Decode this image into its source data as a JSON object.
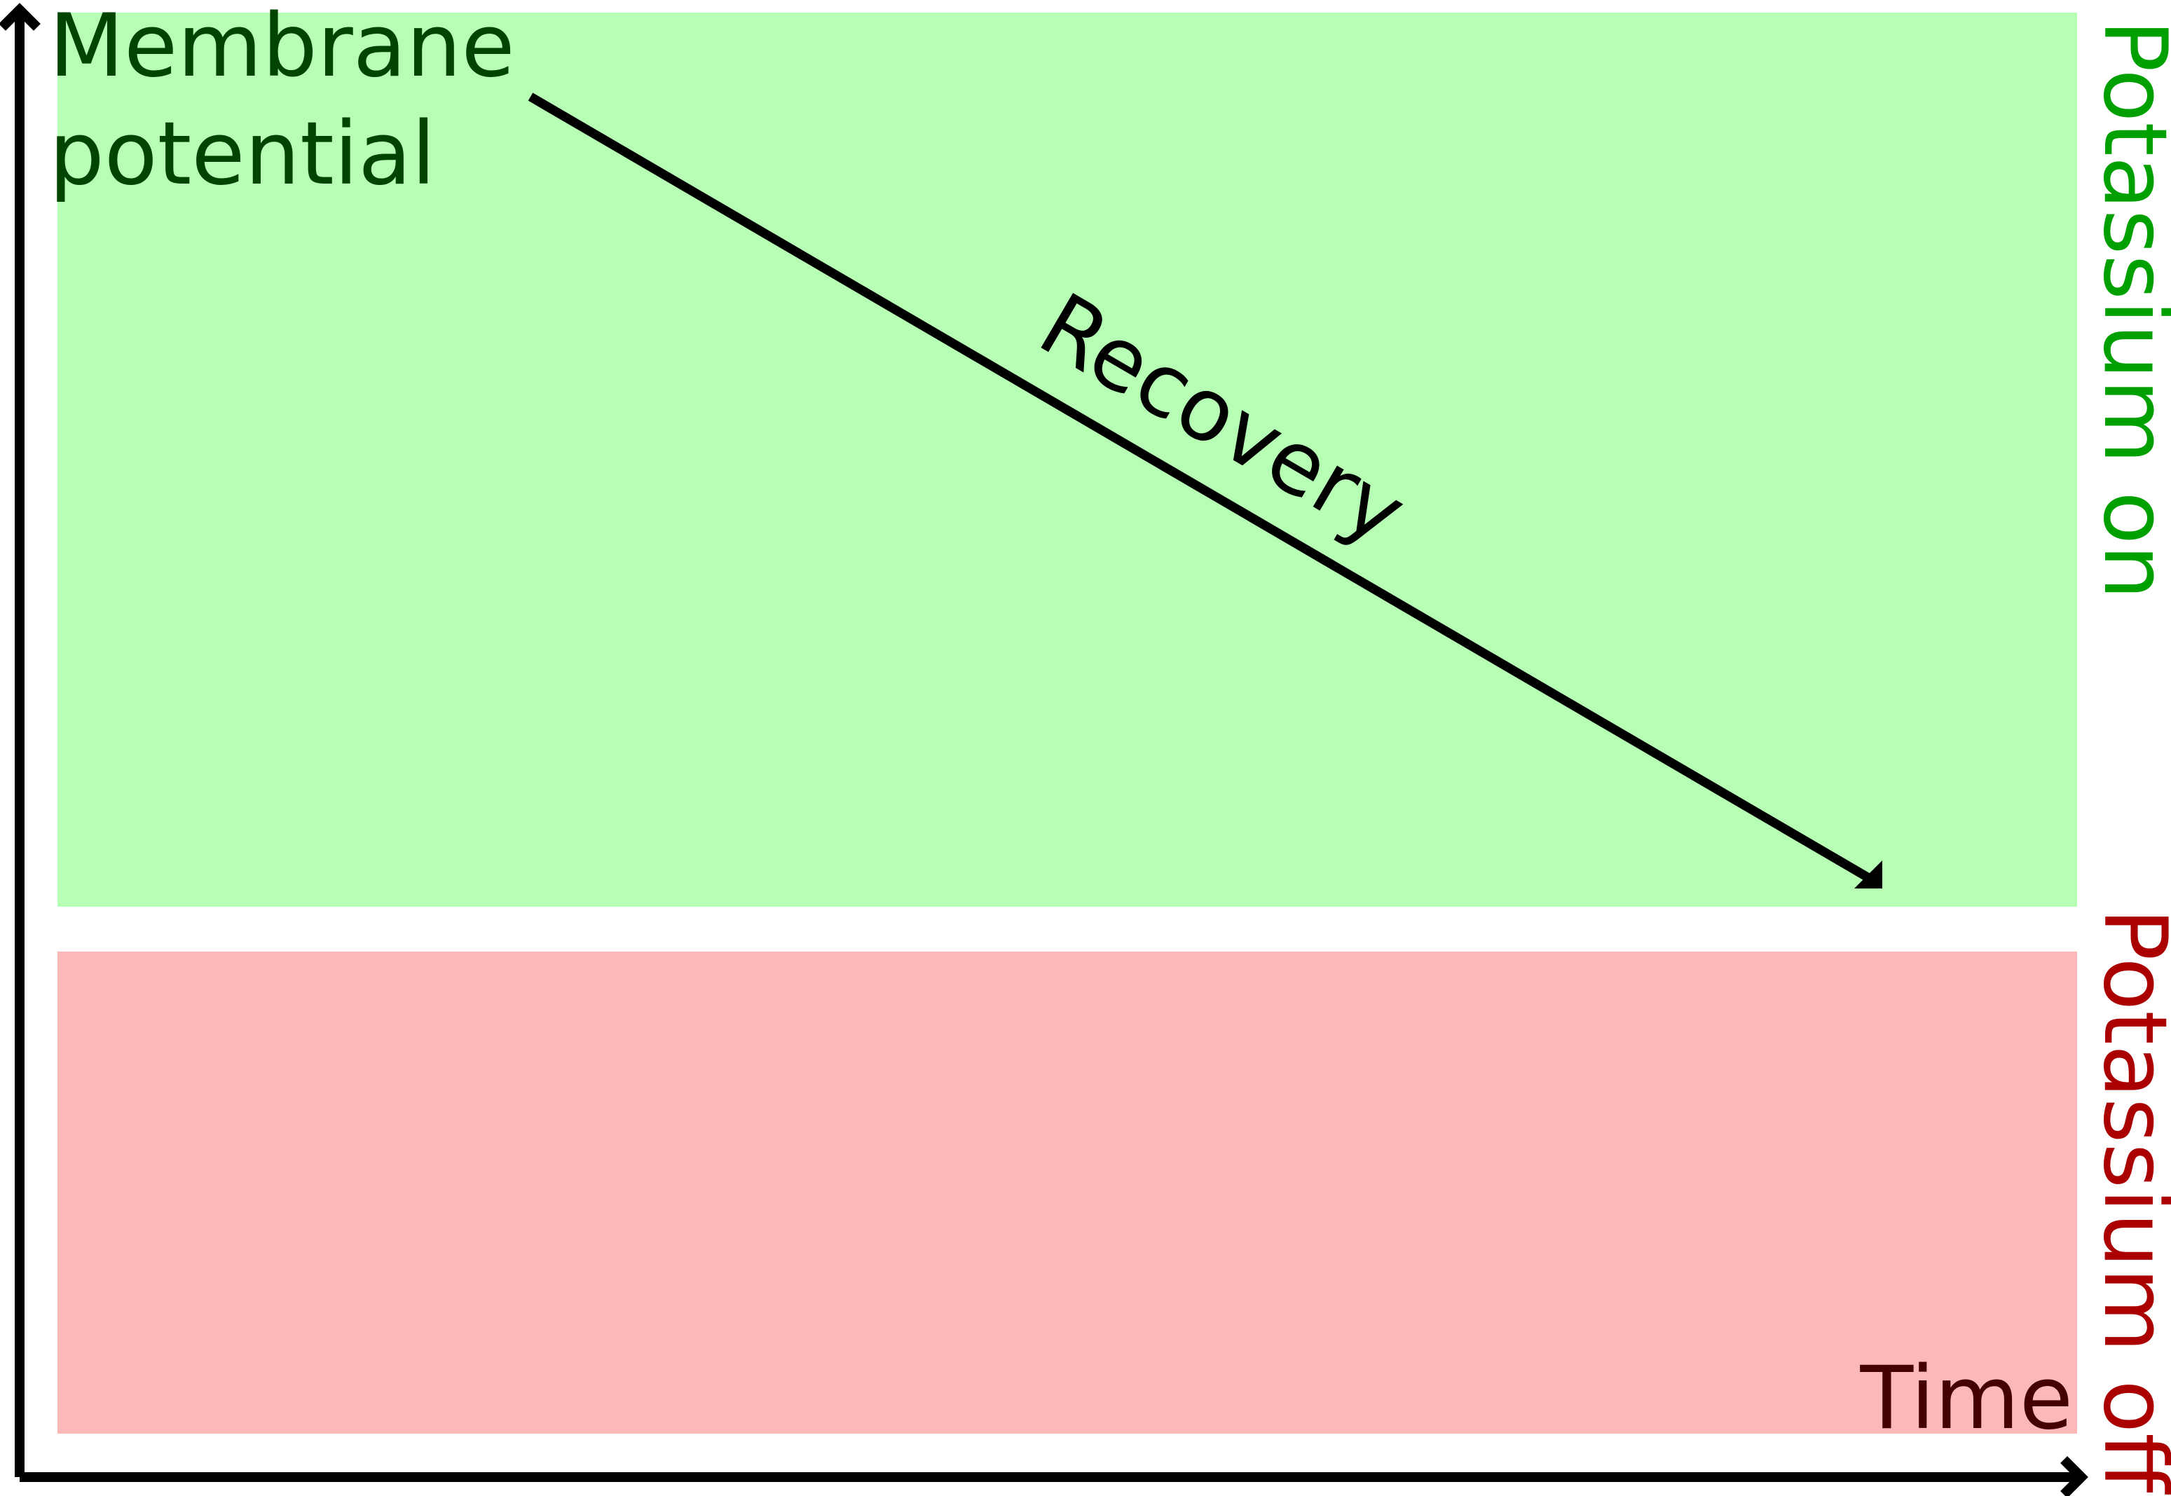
{
  "diagram": {
    "y_axis_label_line1": "Membrane",
    "y_axis_label_line2": "potential",
    "x_axis_label": "Time",
    "arrow_label": "Recovery",
    "region_top_label": "Potassium on",
    "region_bottom_label": "Potassium off"
  },
  "colors": {
    "region_top_fill": "#b8ffb6",
    "region_bottom_fill": "#fcb8b8",
    "region_top_label": "#00a000",
    "region_bottom_label": "#aa0000",
    "y_axis_label": "#004400",
    "x_axis_label": "#440000",
    "axis": "#000000",
    "arrow": "#000000"
  }
}
